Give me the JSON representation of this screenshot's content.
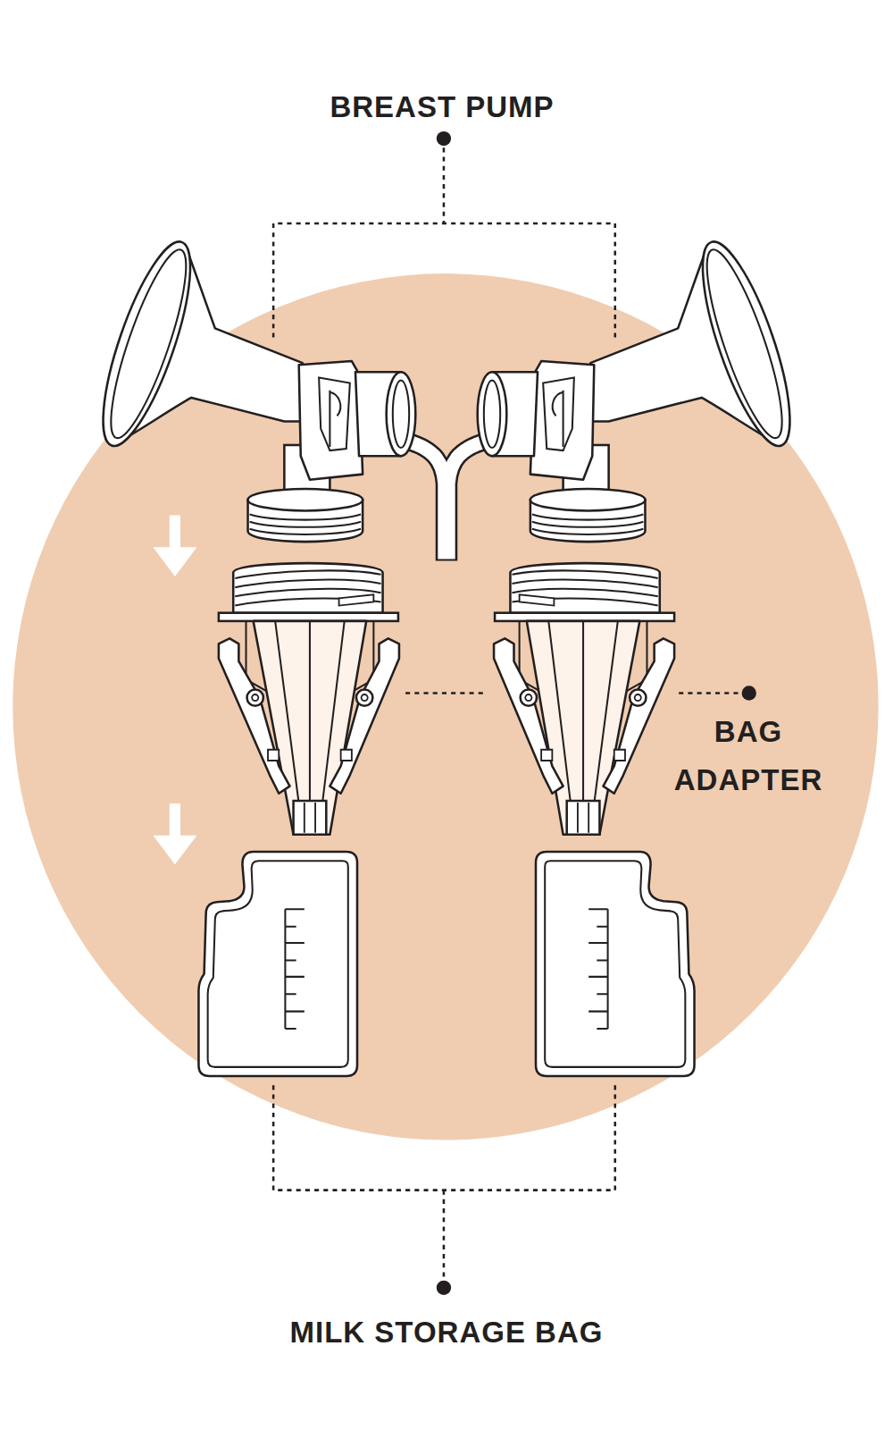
{
  "diagram": {
    "labels": [
      "BREAST PUMP",
      "BAG ADAPTER",
      "MILK STORAGE BAG"
    ]
  }
}
